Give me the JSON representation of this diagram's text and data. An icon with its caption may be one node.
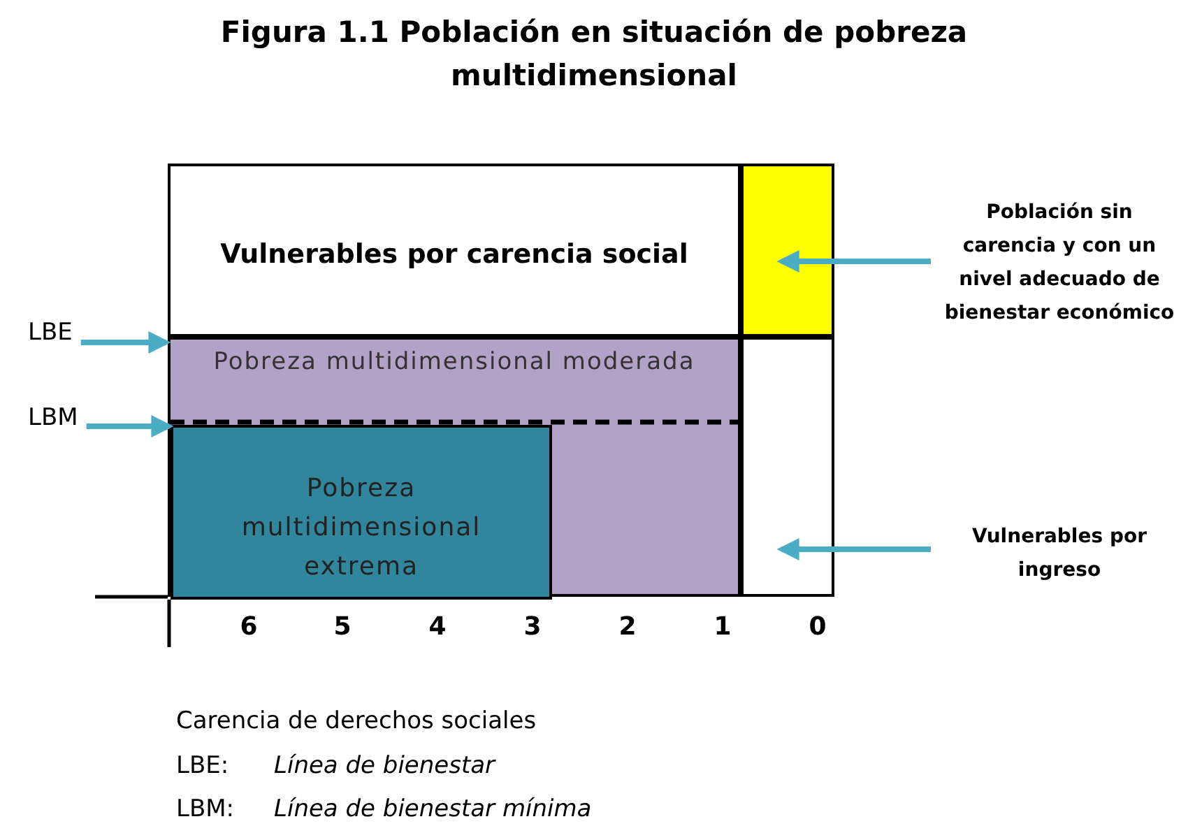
{
  "diagram": {
    "title": "Figura 1.1 Población en situación de pobreza multidimensional",
    "nodes": [
      {
        "text": [
          "Vulnerables por carencia social"
        ]
      },
      {
        "text": [],
        "shape": "box"
      },
      {
        "text": [
          "Pobreza multidimensional moderada"
        ]
      },
      {
        "text": [
          "Pobreza multidimensional extrema"
        ],
        "in": 2
      },
      {
        "text": [],
        "shape": "box"
      },
      {
        "text": [
          "Población sin carencia y con un nivel adecuado de bienestar económico"
        ]
      },
      {
        "text": [
          "Vulnerables por ingreso"
        ]
      },
      {
        "text": [
          "LBE"
        ]
      },
      {
        "text": [
          "LBM"
        ]
      }
    ],
    "edges": [
      {
        "from": 5,
        "to": 1,
        "arrow": "to"
      },
      {
        "from": 6,
        "to": 4,
        "arrow": "to"
      },
      {
        "from": 7,
        "to": 2,
        "arrow": "to"
      },
      {
        "from": 8,
        "to": 3,
        "arrow": "to"
      }
    ],
    "labels": [
      "6",
      "5",
      "4",
      "3",
      "2",
      "1",
      "0",
      "Carencia de derechos sociales",
      "LBE:",
      "Línea de bienestar",
      "LBM:",
      "Línea de bienestar mínima"
    ]
  }
}
